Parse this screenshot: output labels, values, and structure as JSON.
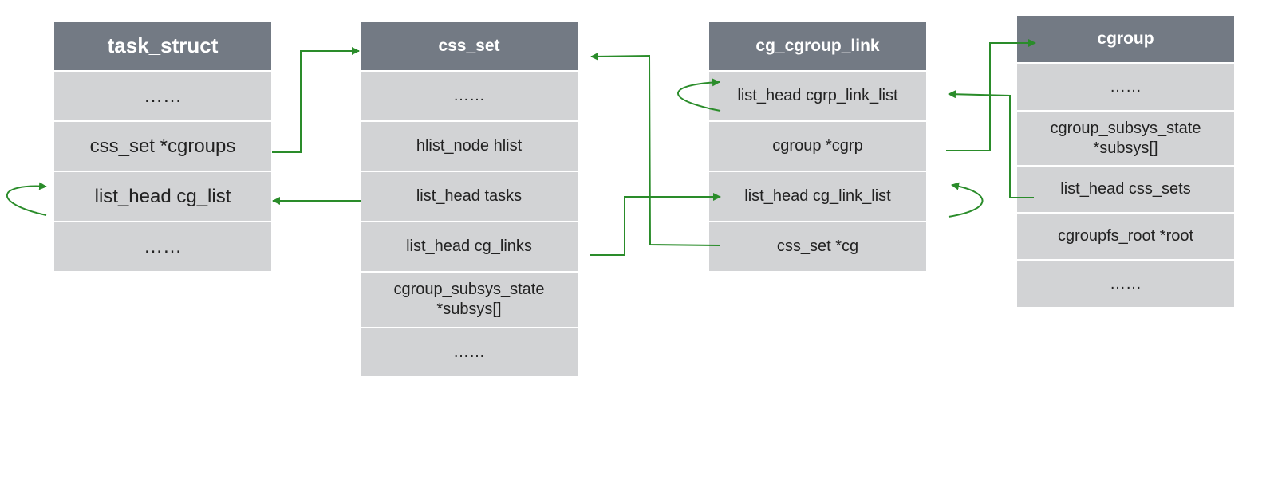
{
  "colors": {
    "header": "#737a84",
    "field": "#d2d3d5",
    "arrow": "#2a8c2a"
  },
  "structs": {
    "task_struct": {
      "title": "task_struct",
      "fields": [
        "……",
        "css_set *cgroups",
        "list_head cg_list",
        "……"
      ]
    },
    "css_set": {
      "title": "css_set",
      "fields": [
        "……",
        "hlist_node hlist",
        "list_head tasks",
        "list_head cg_links",
        "cgroup_subsys_state\n*subsys[]",
        "……"
      ]
    },
    "cg_cgroup_link": {
      "title": "cg_cgroup_link",
      "fields": [
        "list_head cgrp_link_list",
        "cgroup *cgrp",
        "list_head cg_link_list",
        "css_set *cg"
      ]
    },
    "cgroup": {
      "title": "cgroup",
      "fields": [
        "……",
        "cgroup_subsys_state\n*subsys[]",
        "list_head css_sets",
        "cgroupfs_root *root",
        "……"
      ]
    }
  }
}
